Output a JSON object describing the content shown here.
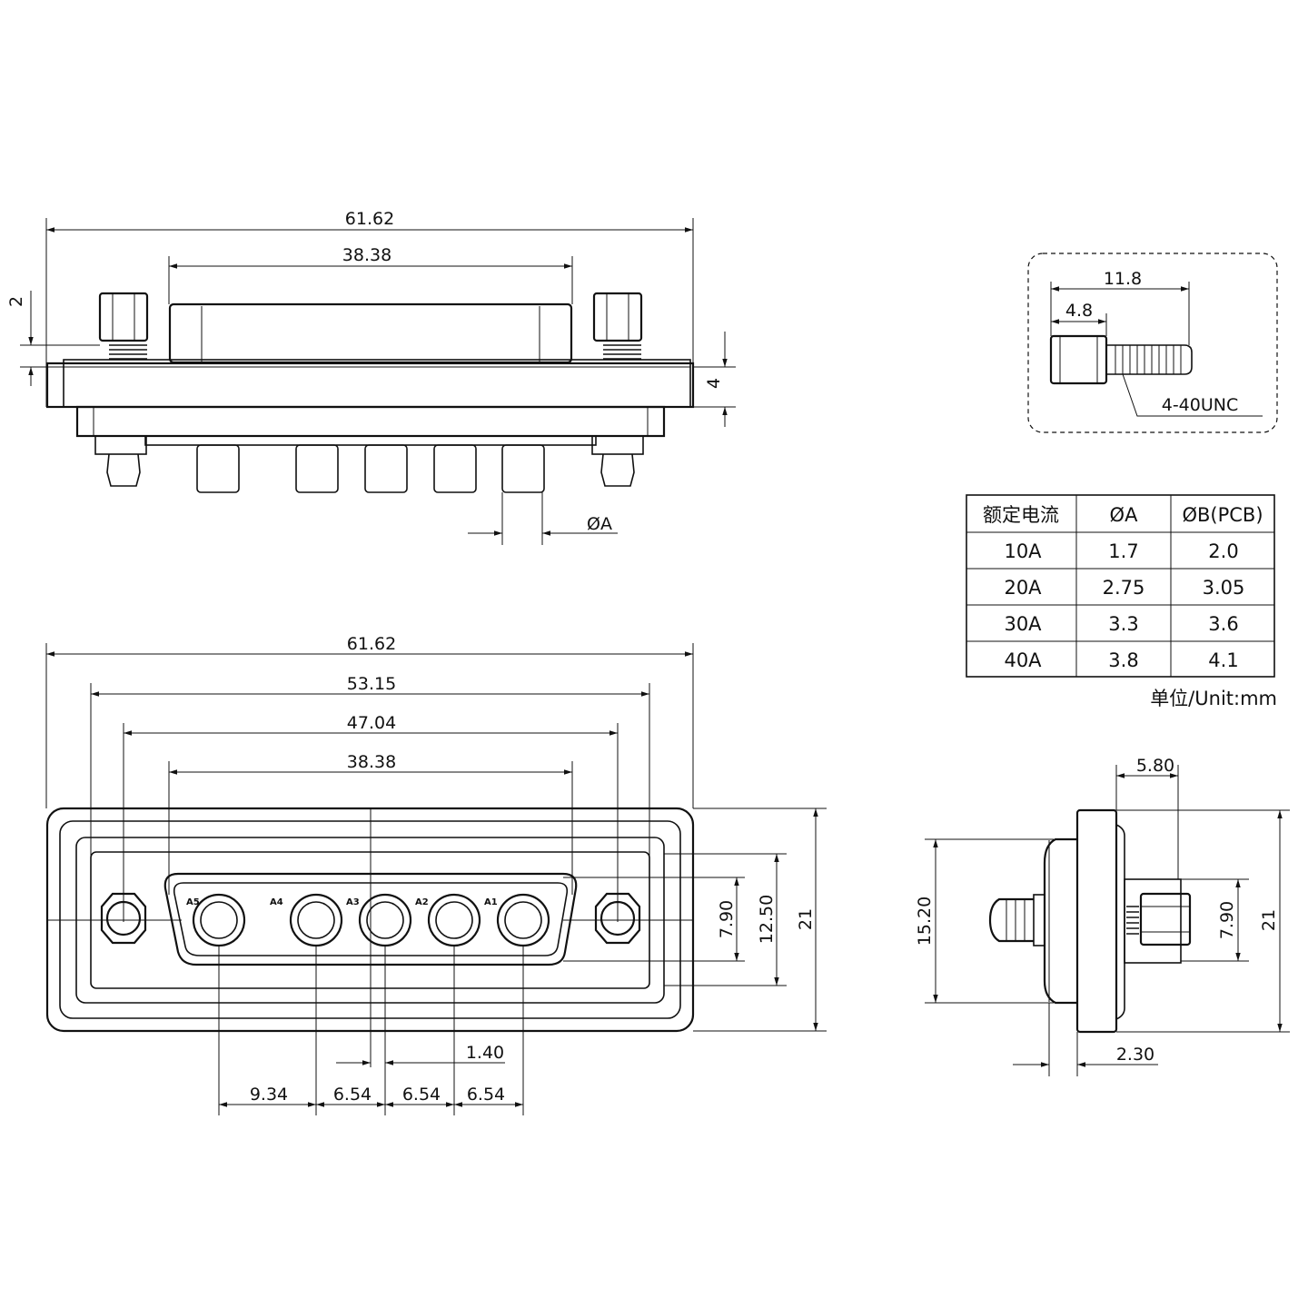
{
  "top_view": {
    "width_total": "61.62",
    "width_shell": "38.38",
    "height_small": "2",
    "height_flange": "4",
    "pin_dia": "ØA"
  },
  "front_view": {
    "width_total": "61.62",
    "width_mount": "53.15",
    "width_holes": "47.04",
    "width_shell": "38.38",
    "pin_labels": [
      "A5",
      "A4",
      "A3",
      "A2",
      "A1"
    ],
    "height_inner": "7.90",
    "height_mid": "12.50",
    "height_total": "21",
    "pitch_first": "9.34",
    "pitch_1": "6.54",
    "pitch_2": "6.54",
    "pitch_3": "6.54",
    "offset": "1.40"
  },
  "screw_detail": {
    "length": "11.8",
    "head": "4.8",
    "thread": "4-40UNC"
  },
  "current_table": {
    "headers": [
      "额定电流",
      "ØA",
      "ØB(PCB)"
    ],
    "rows": [
      [
        "10A",
        "1.7",
        "2.0"
      ],
      [
        "20A",
        "2.75",
        "3.05"
      ],
      [
        "30A",
        "3.3",
        "3.6"
      ],
      [
        "40A",
        "3.8",
        "4.1"
      ]
    ],
    "unit": "单位/Unit:mm"
  },
  "side_view": {
    "width_top": "5.80",
    "height_body": "15.20",
    "height_inner": "7.90",
    "height_total": "21",
    "width_bottom": "2.30"
  }
}
